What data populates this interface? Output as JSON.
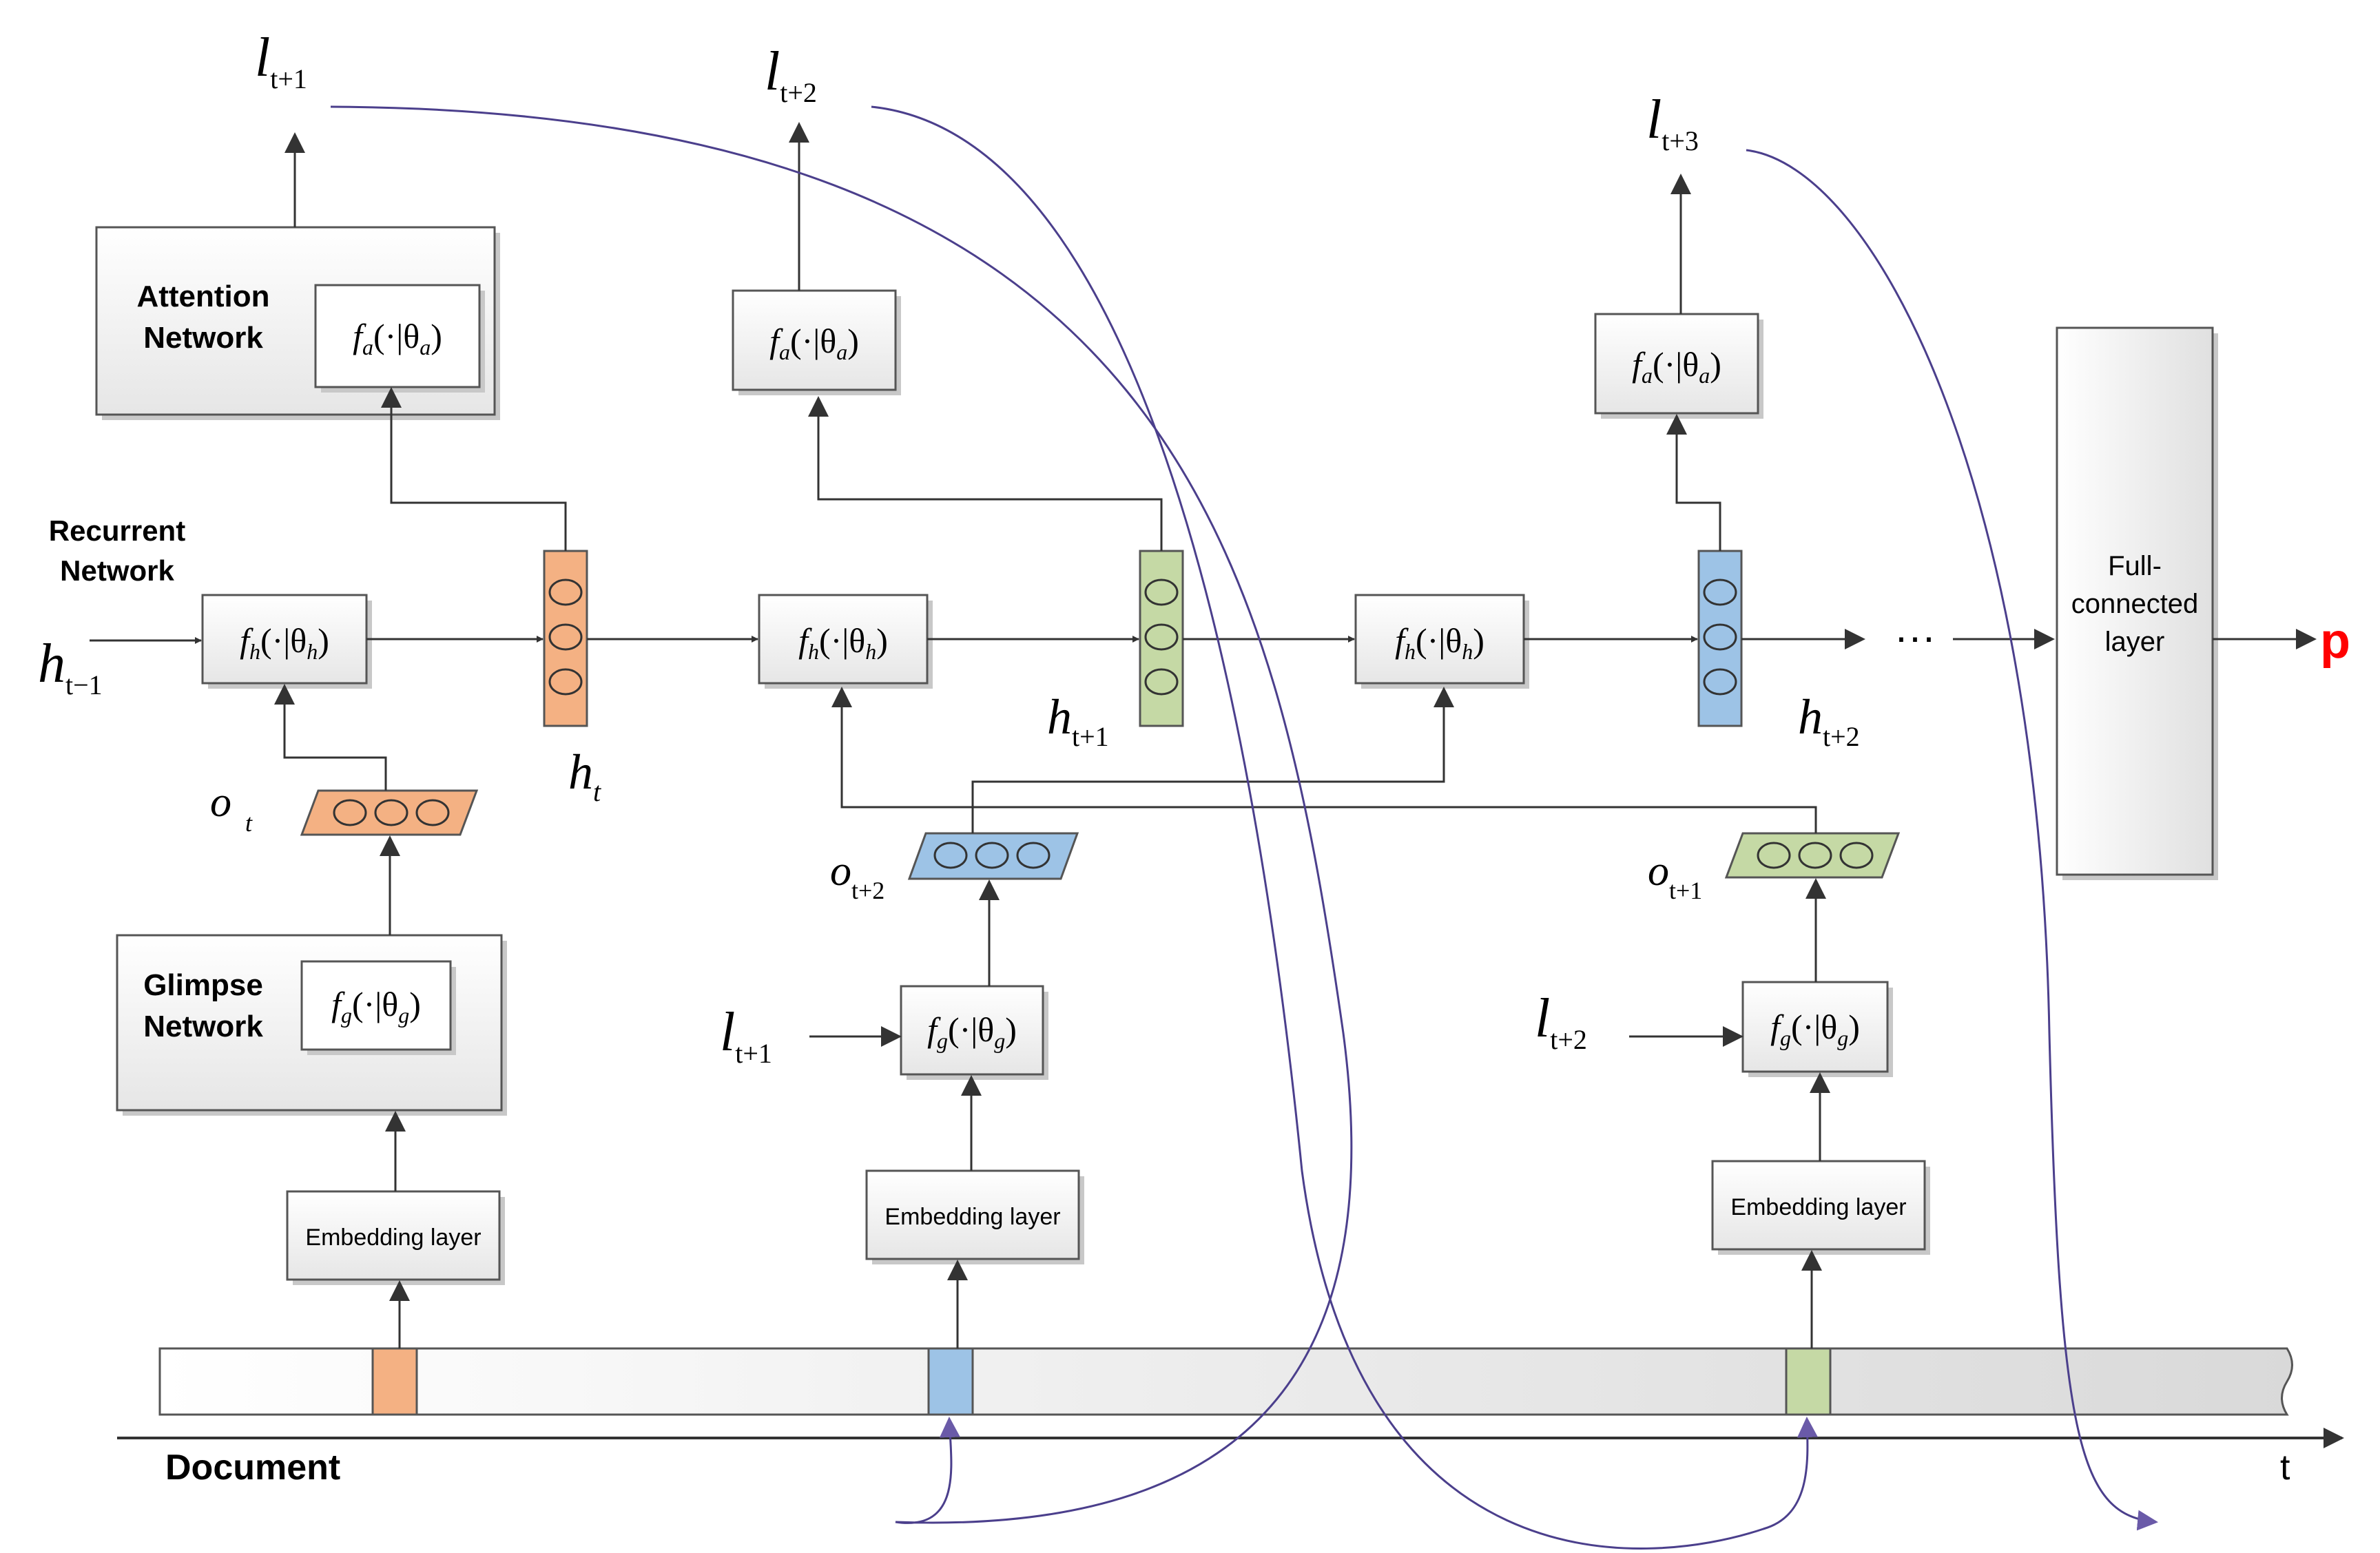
{
  "colors": {
    "orange": "#F4B183",
    "blue": "#9DC3E6",
    "green": "#C5D9A5",
    "curve": "#4B3F8C",
    "output_p": "#FF0000"
  },
  "labels": {
    "attention_network": [
      "Attention",
      "Network"
    ],
    "recurrent_network": [
      "Recurrent",
      "Network"
    ],
    "glimpse_network": [
      "Glimpse",
      "Network"
    ],
    "embedding_layer": "Embedding layer",
    "full_connected": [
      "Full-",
      "connected",
      "layer"
    ],
    "document": "Document",
    "time_axis": "t",
    "output": "p",
    "ellipsis": "···"
  },
  "math": {
    "fa": {
      "f": "f",
      "sub": "a",
      "args": "(·|θ",
      "argsub": "a",
      "close": ")"
    },
    "fh": {
      "f": "f",
      "sub": "h",
      "args": "(·|θ",
      "argsub": "h",
      "close": ")"
    },
    "fg": {
      "f": "f",
      "sub": "g",
      "args": "(·|θ",
      "argsub": "g",
      "close": ")"
    },
    "l_t1": {
      "base": "l",
      "sub": "t+1"
    },
    "l_t2": {
      "base": "l",
      "sub": "t+2"
    },
    "l_t3": {
      "base": "l",
      "sub": "t+3"
    },
    "h_tm1": {
      "base": "h",
      "sub": "t−1"
    },
    "h_t": {
      "base": "h",
      "sub": "t"
    },
    "h_t1": {
      "base": "h",
      "sub": "t+1"
    },
    "h_t2": {
      "base": "h",
      "sub": "t+2"
    },
    "o_t": {
      "base": "o",
      "sub": "t"
    },
    "o_t2": {
      "base": "o",
      "sub": "t+2"
    },
    "o_t1": {
      "base": "o",
      "sub": "t+1"
    }
  }
}
